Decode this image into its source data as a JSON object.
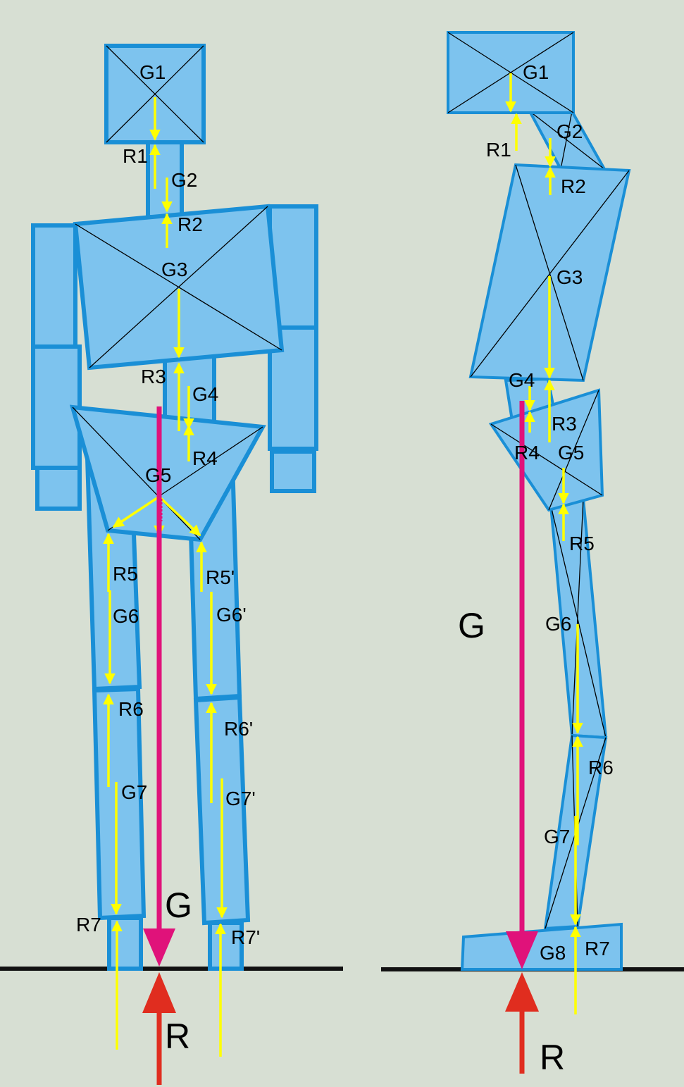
{
  "front_view": {
    "labels": {
      "g1": "G1",
      "g2": "G2",
      "g3": "G3",
      "g4": "G4",
      "g5": "G5",
      "g6": "G6",
      "g6p": "G6'",
      "g7": "G7",
      "g7p": "G7'",
      "r1": "R1",
      "r2": "R2",
      "r3": "R3",
      "r4": "R4",
      "r5": "R5",
      "r5p": "R5'",
      "r6": "R6",
      "r6p": "R6'",
      "r7": "R7",
      "r7p": "R7'",
      "g": "G",
      "r": "R"
    }
  },
  "side_view": {
    "labels": {
      "g1": "G1",
      "g2": "G2",
      "g3": "G3",
      "g4": "G4",
      "g5": "G5",
      "g6": "G6",
      "g7": "G7",
      "g8": "G8",
      "r1": "R1",
      "r2": "R2",
      "r3": "R3",
      "r4": "R4",
      "r5": "R5",
      "r6": "R6",
      "r7": "R7",
      "g": "G",
      "r": "R"
    }
  },
  "colors": {
    "background": "#d7dfd3",
    "segment_fill": "#7dc3ee",
    "segment_stroke": "#1a8fd6",
    "force_arrow": "#ffff00",
    "gravity_arrow": "#e0127a",
    "reaction_arrow": "#e02d1f",
    "ground_line": "#111111"
  }
}
